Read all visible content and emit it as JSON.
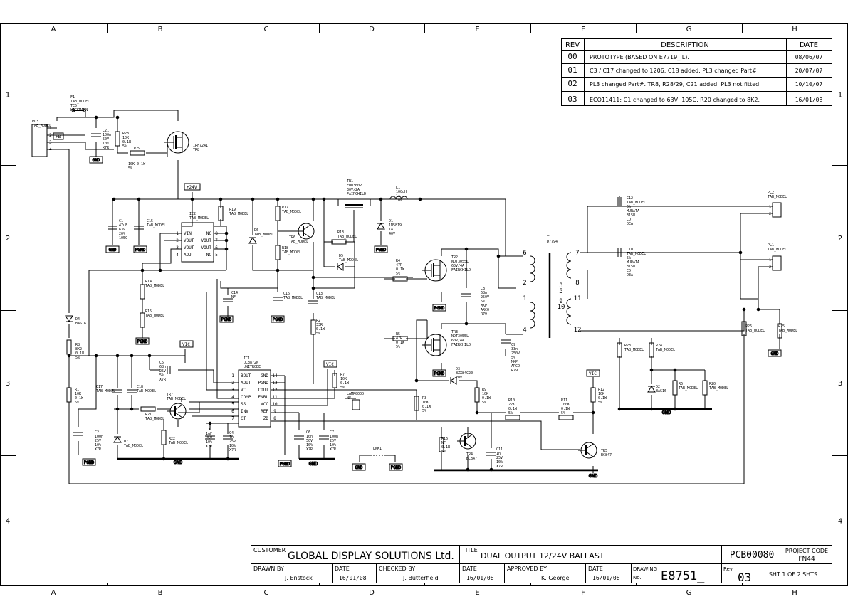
{
  "border": {
    "cols": [
      "A",
      "B",
      "C",
      "D",
      "E",
      "F",
      "G",
      "H"
    ],
    "rows": [
      "1",
      "2",
      "3",
      "4"
    ]
  },
  "revisions": {
    "headers": {
      "rev": "REV",
      "desc": "DESCRIPTION",
      "date": "DATE"
    },
    "rows": [
      {
        "rev": "00",
        "desc": "PROTOTYPE (BASED ON E7719_ L).",
        "date": "08/06/07"
      },
      {
        "rev": "01",
        "desc": "C3 / C17 changed to 1206, C18 added. PL3 changed Part#",
        "date": "20/07/07"
      },
      {
        "rev": "02",
        "desc": "PL3 changed Part#. TR8, R28/29, C21 added. PL3 not fitted.",
        "date": "10/10/07"
      },
      {
        "rev": "03",
        "desc": "ECO11411: C1 changed to 63V, 105C. R20 changed to 8K2.",
        "date": "16/01/08"
      }
    ]
  },
  "title_block": {
    "customer_label": "CUSTOMER",
    "customer": "GLOBAL DISPLAY SOLUTIONS Ltd.",
    "title_label": "TITLE",
    "title": "DUAL OUTPUT 12/24V BALLAST",
    "pcb": "PCB00080",
    "project_code_label": "PROJECT CODE",
    "project_code": "FN44",
    "drawn_by_label": "DRAWN BY",
    "drawn_by": "J. Enstock",
    "date_label": "DATE",
    "drawn_date": "16/01/08",
    "checked_by_label": "CHECKED BY",
    "checked_by": "J. Butterfield",
    "checked_date": "16/01/08",
    "approved_by_label": "APPROVED BY",
    "approved_by": "K. George",
    "approved_date": "16/01/08",
    "drawing_label": "DRAWING",
    "no_label": "No.",
    "drawing_no": "E8751_",
    "rev_label": "Rev.",
    "rev": "03",
    "sheet": "SHT 1 OF 2 SHTS"
  },
  "labels": [
    {
      "id": "pl3",
      "lines": [
        "PL3",
        "TAB_MODEL"
      ]
    },
    {
      "id": "f1",
      "lines": [
        "F1",
        "TAB_MODEL",
        "TE5",
        "WICKMANN"
      ]
    },
    {
      "id": "fb",
      "lines": [
        "FB"
      ]
    },
    {
      "id": "c21",
      "lines": [
        "C21",
        "100n",
        "50V",
        "10%",
        "X7R"
      ]
    },
    {
      "id": "r28",
      "lines": [
        "R28",
        "10K",
        "0.1W",
        "5%"
      ]
    },
    {
      "id": "r29",
      "lines": [
        "R29"
      ]
    },
    {
      "id": "r29v",
      "lines": [
        "10K 0.1W",
        "5%"
      ]
    },
    {
      "id": "tr8",
      "lines": [
        "IRF7241",
        "TR8"
      ]
    },
    {
      "id": "p24",
      "lines": [
        "+24V"
      ]
    },
    {
      "id": "c1",
      "lines": [
        "C1",
        "47uF",
        "63V",
        "20%",
        "105C"
      ]
    },
    {
      "id": "c15",
      "lines": [
        "C15",
        "TAB_MODEL"
      ]
    },
    {
      "id": "ic2",
      "lines": [
        "IC2",
        "TAB_MODEL"
      ]
    },
    {
      "id": "r19",
      "lines": [
        "R19",
        "TAB_MODEL"
      ]
    },
    {
      "id": "d6",
      "lines": [
        "D6",
        "TAB_MODEL"
      ]
    },
    {
      "id": "r17",
      "lines": [
        "R17",
        "TAB_MODEL"
      ]
    },
    {
      "id": "tr6",
      "lines": [
        "TR6",
        "TAB_MODEL"
      ]
    },
    {
      "id": "r18",
      "lines": [
        "R18",
        "TAB_MODEL"
      ]
    },
    {
      "id": "tr1",
      "lines": [
        "TR1",
        "FDN360P",
        "30V/2A",
        "FAIRCHILD"
      ]
    },
    {
      "id": "l1",
      "lines": [
        "L1",
        "100uH",
        "1A",
        "10%"
      ]
    },
    {
      "id": "d1",
      "lines": [
        "D1",
        "1N5819",
        "1A",
        "40V"
      ]
    },
    {
      "id": "r13",
      "lines": [
        "R13",
        "TAB_MODEL"
      ]
    },
    {
      "id": "d5",
      "lines": [
        "D5",
        "TAB_MODEL"
      ]
    },
    {
      "id": "r4",
      "lines": [
        "R4",
        "47R",
        "0.1W",
        "5%"
      ]
    },
    {
      "id": "tr2",
      "lines": [
        "TR2",
        "NDT3055L",
        "60V/4A",
        "FAIRCHILD"
      ]
    },
    {
      "id": "c8",
      "lines": [
        "C8",
        "68n",
        "250V",
        "5%",
        "MKP",
        "ARCO",
        "R79"
      ]
    },
    {
      "id": "t1",
      "lines": [
        "T1",
        "D7794"
      ]
    },
    {
      "id": "c12",
      "lines": [
        "C12",
        "TAB_MODEL",
        "5%",
        "MURATA",
        "315W",
        "CD",
        "DEA"
      ]
    },
    {
      "id": "c10",
      "lines": [
        "C10",
        "TAB_MODEL",
        "5%",
        "MURATA",
        "315W",
        "CD",
        "DEA"
      ]
    },
    {
      "id": "pl2",
      "lines": [
        "PL2",
        "TAB_MODEL"
      ]
    },
    {
      "id": "pl1",
      "lines": [
        "PL1",
        "TAB_MODEL"
      ]
    },
    {
      "id": "r14",
      "lines": [
        "R14",
        "TAB_MODEL"
      ]
    },
    {
      "id": "r15",
      "lines": [
        "R15",
        "TAB_MODEL"
      ]
    },
    {
      "id": "c14",
      "lines": [
        "C14",
        "NF"
      ]
    },
    {
      "id": "c16",
      "lines": [
        "C16",
        "TAB_MODEL"
      ]
    },
    {
      "id": "c13",
      "lines": [
        "C13",
        "TAB_MODEL"
      ]
    },
    {
      "id": "r2",
      "lines": [
        "R2",
        "33R",
        "0.1W",
        "5%"
      ]
    },
    {
      "id": "r5",
      "lines": [
        "R5",
        "47R",
        "0.1W",
        "5%"
      ]
    },
    {
      "id": "tr3",
      "lines": [
        "TR3",
        "NDT3055L",
        "60V/4A",
        "FAIRCHILD"
      ]
    },
    {
      "id": "c9",
      "lines": [
        "C9",
        "33n",
        "250V",
        "5%",
        "MKP",
        "ARCO",
        "R79"
      ]
    },
    {
      "id": "d4",
      "lines": [
        "D4",
        "BAS16"
      ]
    },
    {
      "id": "r8",
      "lines": [
        "R8",
        "8K2",
        "0.1W",
        "5%"
      ]
    },
    {
      "id": "vic1",
      "lines": [
        "VIC"
      ]
    },
    {
      "id": "c5",
      "lines": [
        "C5",
        "68n",
        "25V",
        "5%",
        "X7R"
      ]
    },
    {
      "id": "ic1",
      "lines": [
        "IC1",
        "UC3872N",
        "UNITRODE"
      ]
    },
    {
      "id": "vic2",
      "lines": [
        "VIC"
      ]
    },
    {
      "id": "r7",
      "lines": [
        "R7",
        "10K",
        "0.1W",
        "5%"
      ]
    },
    {
      "id": "lampgood",
      "lines": [
        "LAMPGOOD",
        "NF"
      ]
    },
    {
      "id": "d3",
      "lines": [
        "D3",
        "BZX84C20",
        "20V"
      ]
    },
    {
      "id": "r9",
      "lines": [
        "R9",
        "10K",
        "0.1W",
        "5%"
      ]
    },
    {
      "id": "r3",
      "lines": [
        "R3",
        "10K",
        "0.1W",
        "5%"
      ]
    },
    {
      "id": "r10",
      "lines": [
        "R10",
        "22K",
        "0.1W",
        "5%"
      ]
    },
    {
      "id": "r11",
      "lines": [
        "R11",
        "100K",
        "0.1W",
        "5%"
      ]
    },
    {
      "id": "vic3",
      "lines": [
        "VIC"
      ]
    },
    {
      "id": "r12",
      "lines": [
        "R12",
        "10K",
        "0.1W",
        "5%"
      ]
    },
    {
      "id": "r1",
      "lines": [
        "R1",
        "10K",
        "0.1W",
        "5%"
      ]
    },
    {
      "id": "c17",
      "lines": [
        "C17",
        "TAB_MODEL"
      ]
    },
    {
      "id": "c18",
      "lines": [
        "C18",
        "TAB_MODEL"
      ]
    },
    {
      "id": "tr7",
      "lines": [
        "TR7",
        "TAB_MODEL"
      ]
    },
    {
      "id": "r21",
      "lines": [
        "R21",
        "TAB_MODEL"
      ]
    },
    {
      "id": "c2",
      "lines": [
        "C2",
        "100n",
        "25V",
        "10%",
        "X7R"
      ]
    },
    {
      "id": "d7",
      "lines": [
        "D7",
        "TAB_MODEL"
      ]
    },
    {
      "id": "r22",
      "lines": [
        "R22",
        "TAB_MODEL"
      ]
    },
    {
      "id": "c3",
      "lines": [
        "C3",
        "1uF",
        "25V",
        "10%",
        "X7R"
      ]
    },
    {
      "id": "c4",
      "lines": [
        "C4",
        "1n",
        "25V",
        "10%",
        "X7R"
      ]
    },
    {
      "id": "c6",
      "lines": [
        "C6",
        "10n",
        "50V",
        "10%",
        "X7R"
      ]
    },
    {
      "id": "c7",
      "lines": [
        "C7",
        "100n",
        "25V",
        "10%",
        "X7R"
      ]
    },
    {
      "id": "lnk1",
      "lines": [
        "LNK1"
      ]
    },
    {
      "id": "r16",
      "lines": [
        "R16",
        "NF",
        "0.1W",
        "5%"
      ]
    },
    {
      "id": "tr4",
      "lines": [
        "TR4",
        "BC847"
      ]
    },
    {
      "id": "c11",
      "lines": [
        "C11",
        "1n",
        "25V",
        "10%",
        "X7R"
      ]
    },
    {
      "id": "tr5",
      "lines": [
        "TR5",
        "BC847"
      ]
    },
    {
      "id": "r23",
      "lines": [
        "R23",
        "TAB_MODEL"
      ]
    },
    {
      "id": "r24",
      "lines": [
        "R24",
        "TAB_MODEL"
      ]
    },
    {
      "id": "d2",
      "lines": [
        "D2",
        "BAS16"
      ]
    },
    {
      "id": "r6",
      "lines": [
        "R6",
        "TAB_MODEL"
      ]
    },
    {
      "id": "r20",
      "lines": [
        "R20",
        "TAB_MODEL"
      ]
    },
    {
      "id": "r26",
      "lines": [
        "R26",
        "TAB_MODEL"
      ]
    },
    {
      "id": "r25",
      "lines": [
        "R25",
        "TAB_MODEL"
      ]
    }
  ],
  "gnd_label": "GND",
  "pgnd_label": "PGND",
  "ic2_pins": {
    "left": [
      "VIN",
      "VOUT",
      "VOUT",
      "ADJ"
    ],
    "right": [
      "NC",
      "VOUT",
      "VOUT",
      "NC"
    ],
    "lnum": [
      "1",
      "2",
      "3",
      "4"
    ],
    "rnum": [
      "8",
      "7",
      "6",
      "5"
    ]
  },
  "ic1_pins": {
    "left": [
      "BOUT",
      "AOUT",
      "VC",
      "COMP",
      "SS",
      "INV",
      "CT"
    ],
    "right": [
      "GND",
      "PGND",
      "COUT",
      "ENBL",
      "VCC",
      "REF",
      "ZD"
    ],
    "lnum": [
      "1",
      "2",
      "3",
      "4",
      "5",
      "6",
      "7"
    ],
    "rnum": [
      "14",
      "13",
      "12",
      "11",
      "10",
      "9",
      "8"
    ]
  },
  "pl3_pins": [
    "1",
    "2",
    "3",
    "4"
  ],
  "t1_pins": [
    "6",
    "2",
    "1",
    "4",
    "3",
    "5",
    "9",
    "10",
    "7",
    "8",
    "11",
    "12"
  ]
}
